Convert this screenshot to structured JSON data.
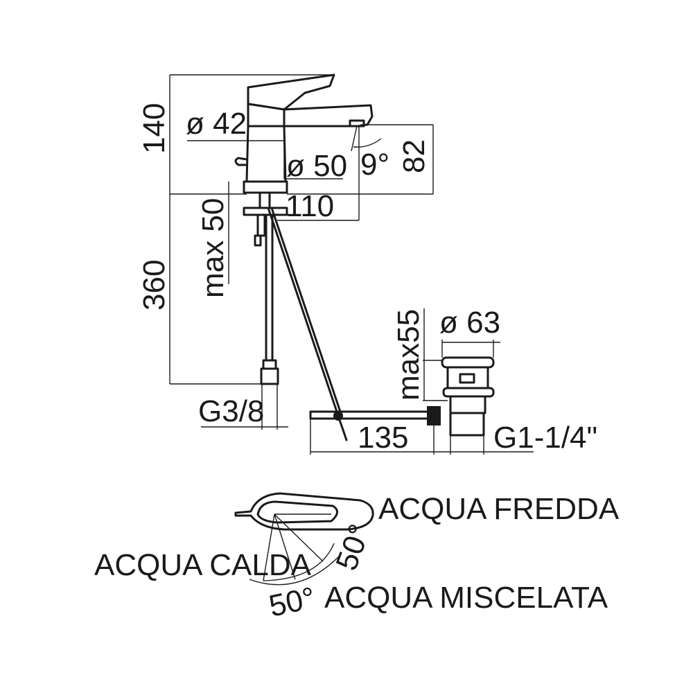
{
  "dimensions": {
    "height_body": "140",
    "diam_42": "ø 42",
    "diam_50": "ø 50",
    "angle_spout": "9°",
    "height_spout": "82",
    "reach": "110",
    "max_50": "max 50",
    "height_hose": "360",
    "thread_hose": "G3/8",
    "waste_max": "max55",
    "waste_diam": "ø 63",
    "rod_length": "135",
    "waste_thread": "G1-1/4\""
  },
  "lever_diagram": {
    "cold": "ACQUA FREDDA",
    "hot": "ACQUA CALDA",
    "mixed": "ACQUA MISCELATA",
    "angle_right": "50°",
    "angle_left": "50°"
  }
}
